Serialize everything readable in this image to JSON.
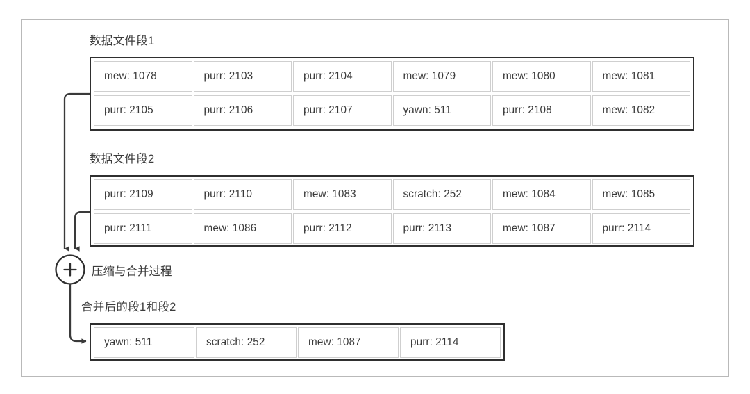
{
  "diagram": {
    "type": "lsm-compaction-merge",
    "merge_node_symbol": "+",
    "merge_node_label": "压缩与合并过程",
    "colors": {
      "frame_border": "#b9b9b9",
      "segment_border": "#2f2f2f",
      "cell_border": "#cfcfcf",
      "text": "#3a3a3a",
      "connector": "#3a3a3a",
      "background": "#ffffff"
    },
    "segments": [
      {
        "title": "数据文件段1",
        "rows": [
          [
            "mew: 1078",
            "purr: 2103",
            "purr: 2104",
            "mew: 1079",
            "mew: 1080",
            "mew: 1081"
          ],
          [
            "purr: 2105",
            "purr: 2106",
            "purr: 2107",
            "yawn: 511",
            "purr: 2108",
            "mew: 1082"
          ]
        ]
      },
      {
        "title": "数据文件段2",
        "rows": [
          [
            "purr: 2109",
            "purr: 2110",
            "mew: 1083",
            "scratch: 252",
            "mew: 1084",
            "mew: 1085"
          ],
          [
            "purr: 2111",
            "mew: 1086",
            "purr: 2112",
            "purr: 2113",
            "mew: 1087",
            "purr: 2114"
          ]
        ]
      }
    ],
    "result": {
      "title": "合并后的段1和段2",
      "rows": [
        [
          "yawn: 511",
          "scratch: 252",
          "mew: 1087",
          "purr: 2114"
        ]
      ]
    }
  }
}
